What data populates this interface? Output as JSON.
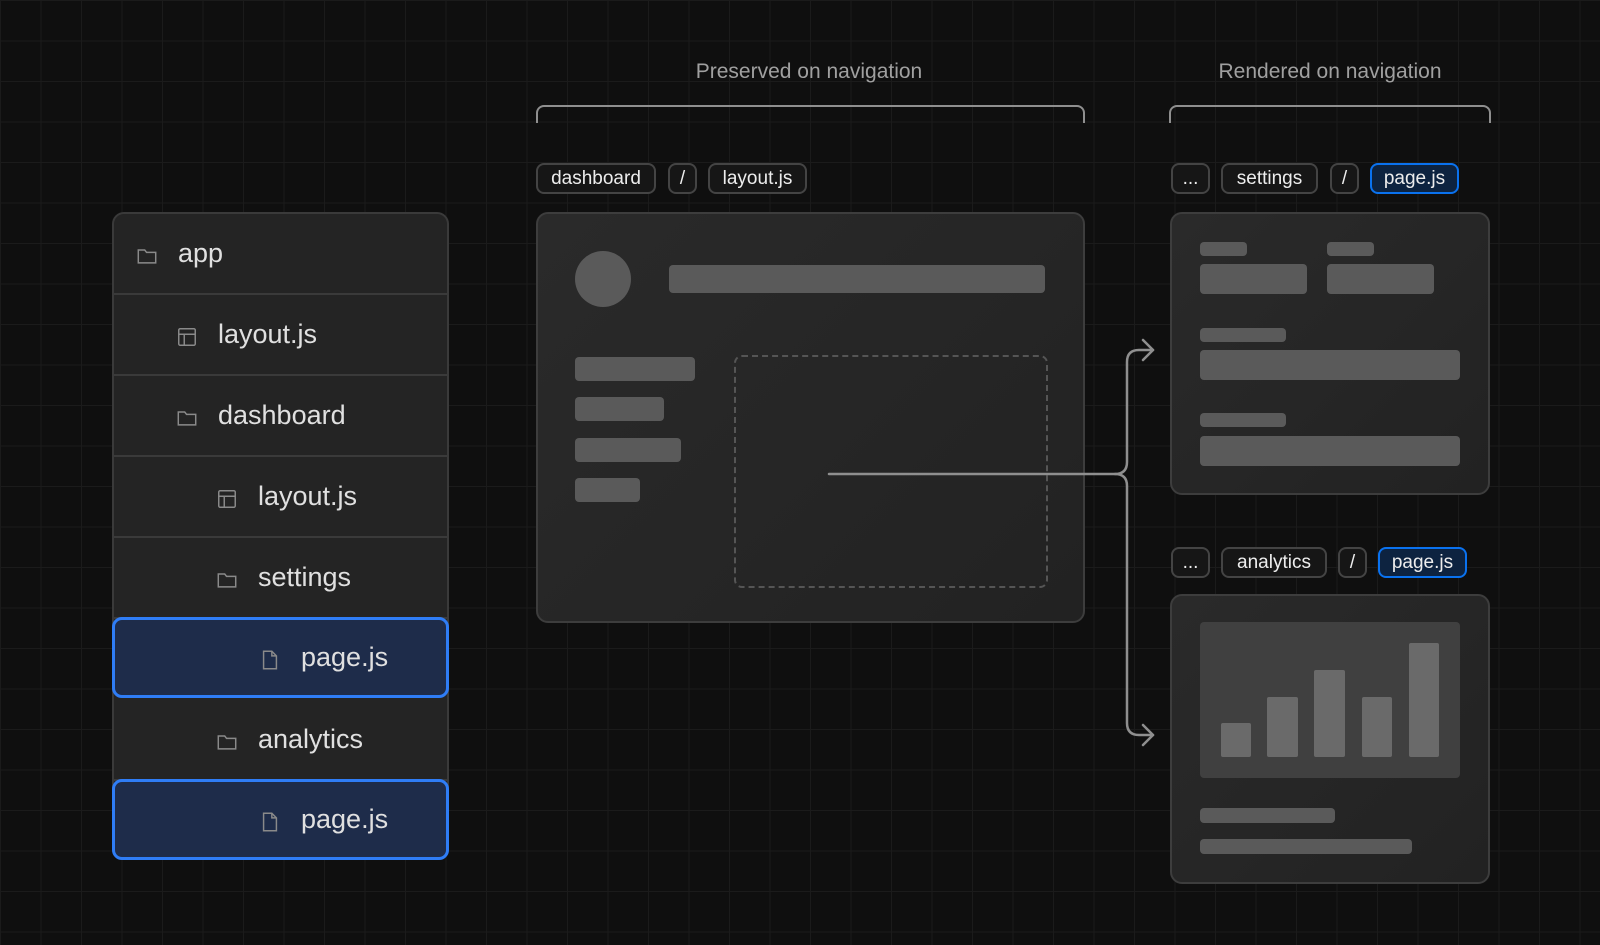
{
  "headings": {
    "preserved": "Preserved on navigation",
    "rendered": "Rendered on navigation"
  },
  "layout_path": [
    "dashboard",
    "/",
    "layout.js"
  ],
  "settings_path": [
    "...",
    "settings",
    "/",
    "page.js"
  ],
  "analytics_path": [
    "...",
    "analytics",
    "/",
    "page.js"
  ],
  "tree": [
    {
      "label": "app",
      "icon": "folder-icon",
      "selected": false
    },
    {
      "label": "layout.js",
      "icon": "layout-icon",
      "selected": false
    },
    {
      "label": "dashboard",
      "icon": "folder-icon",
      "selected": false
    },
    {
      "label": "layout.js",
      "icon": "layout-icon",
      "selected": false
    },
    {
      "label": "settings",
      "icon": "folder-icon",
      "selected": false
    },
    {
      "label": "page.js",
      "icon": "file-icon",
      "selected": true
    },
    {
      "label": "analytics",
      "icon": "folder-icon",
      "selected": false
    },
    {
      "label": "page.js",
      "icon": "file-icon",
      "selected": true
    }
  ],
  "colors": {
    "accent": "#2f7df6",
    "selected_bg": "#1e2c4a",
    "background": "#0f0f0f"
  }
}
